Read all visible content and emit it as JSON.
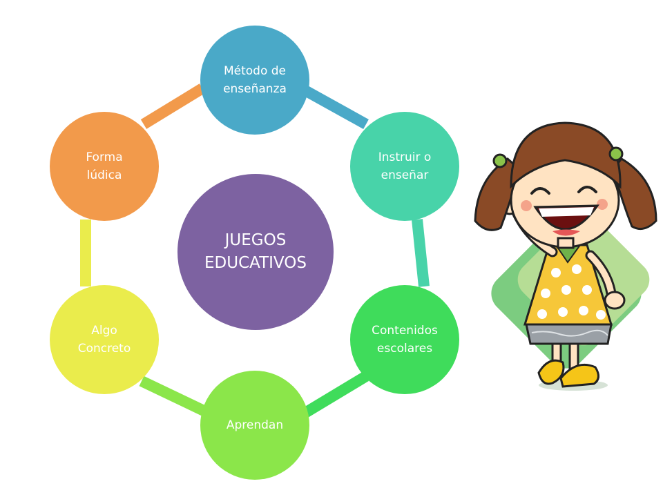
{
  "diagram": {
    "center": {
      "line1": "JUEGOS",
      "line2": "EDUCATIVOS",
      "color": "#7d62a1"
    },
    "nodes": [
      {
        "line1": "Método de",
        "line2": "enseñanza",
        "color": "#4aa9c8"
      },
      {
        "line1": "Instruir o",
        "line2": "enseñar",
        "color": "#48d3a9"
      },
      {
        "line1": "Contenidos",
        "line2": "escolares",
        "color": "#3fdc5b"
      },
      {
        "line1": "Aprendan",
        "line2": "",
        "color": "#8be64a"
      },
      {
        "line1": "Algo",
        "line2": "Concreto",
        "color": "#eaec4c"
      },
      {
        "line1": "Forma",
        "line2": "lúdica",
        "color": "#f29a4b"
      }
    ],
    "ring_colors": [
      "#4aa9c8",
      "#48d3a9",
      "#3fdc5b",
      "#8be64a",
      "#eaec4c",
      "#f29a4b"
    ]
  },
  "illustration": {
    "icon": "cartoon-girl-waving-icon"
  }
}
